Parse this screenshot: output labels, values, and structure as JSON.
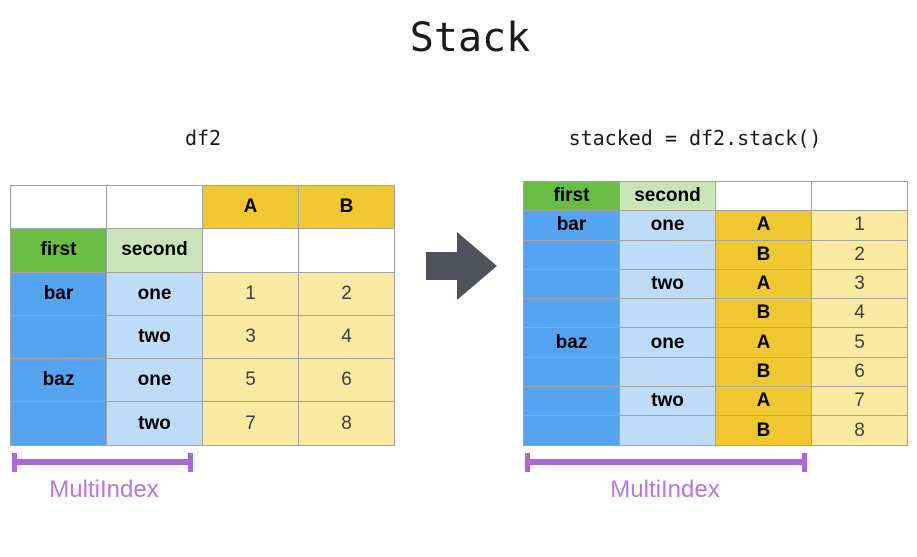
{
  "title": "Stack",
  "left_panel": {
    "label": "df2",
    "annotation": "MultiIndex",
    "table": {
      "cells": [
        [
          "",
          "",
          "A",
          "B"
        ],
        [
          "first",
          "second",
          "",
          ""
        ],
        [
          "bar",
          "one",
          "1",
          "2"
        ],
        [
          "",
          "two",
          "3",
          "4"
        ],
        [
          "baz",
          "one",
          "5",
          "6"
        ],
        [
          "",
          "two",
          "7",
          "8"
        ]
      ],
      "roles": [
        [
          "empty",
          "empty",
          "col",
          "col"
        ],
        [
          "idx1name",
          "idx2name",
          "empty",
          "empty"
        ],
        [
          "idx1",
          "idx2",
          "val",
          "val"
        ],
        [
          "idx1",
          "idx2",
          "val",
          "val"
        ],
        [
          "idx1",
          "idx2",
          "val",
          "val"
        ],
        [
          "idx1",
          "idx2",
          "val",
          "val"
        ]
      ]
    }
  },
  "right_panel": {
    "label": "stacked = df2.stack()",
    "annotation": "MultiIndex",
    "table": {
      "cells": [
        [
          "first",
          "second",
          "",
          ""
        ],
        [
          "bar",
          "one",
          "A",
          "1"
        ],
        [
          "",
          "",
          "B",
          "2"
        ],
        [
          "",
          "two",
          "A",
          "3"
        ],
        [
          "",
          "",
          "B",
          "4"
        ],
        [
          "baz",
          "one",
          "A",
          "5"
        ],
        [
          "",
          "",
          "B",
          "6"
        ],
        [
          "",
          "two",
          "A",
          "7"
        ],
        [
          "",
          "",
          "B",
          "8"
        ]
      ],
      "roles": [
        [
          "idx1name",
          "idx2name",
          "empty",
          "empty"
        ],
        [
          "idx1",
          "idx2",
          "col",
          "val"
        ],
        [
          "idx1",
          "idx2",
          "col",
          "val"
        ],
        [
          "idx1",
          "idx2",
          "col",
          "val"
        ],
        [
          "idx1",
          "idx2",
          "col",
          "val"
        ],
        [
          "idx1",
          "idx2",
          "col",
          "val"
        ],
        [
          "idx1",
          "idx2",
          "col",
          "val"
        ],
        [
          "idx1",
          "idx2",
          "col",
          "val"
        ],
        [
          "idx1",
          "idx2",
          "col",
          "val"
        ]
      ]
    }
  },
  "colors": {
    "index_level1": "#55a4f1",
    "index_level2": "#bedcf7",
    "index_name_level1": "#69bd45",
    "index_name_level2": "#c9e4b6",
    "column_header": "#efc72e",
    "value_cell": "#f9e9a1",
    "annotation": "#ac66da",
    "annotation_text": "#b877e2",
    "arrow": "#4d535c"
  }
}
